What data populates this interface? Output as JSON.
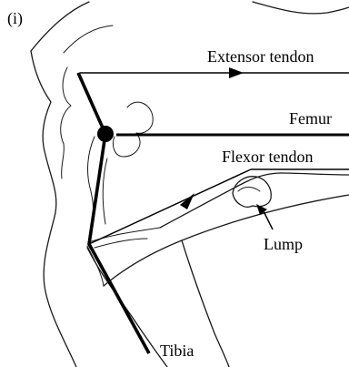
{
  "panel_label": "(i)",
  "labels": {
    "extensor_tendon": "Extensor tendon",
    "femur": "Femur",
    "flexor_tendon": "Flexor tendon",
    "lump": "Lump",
    "tibia": "Tibia"
  }
}
